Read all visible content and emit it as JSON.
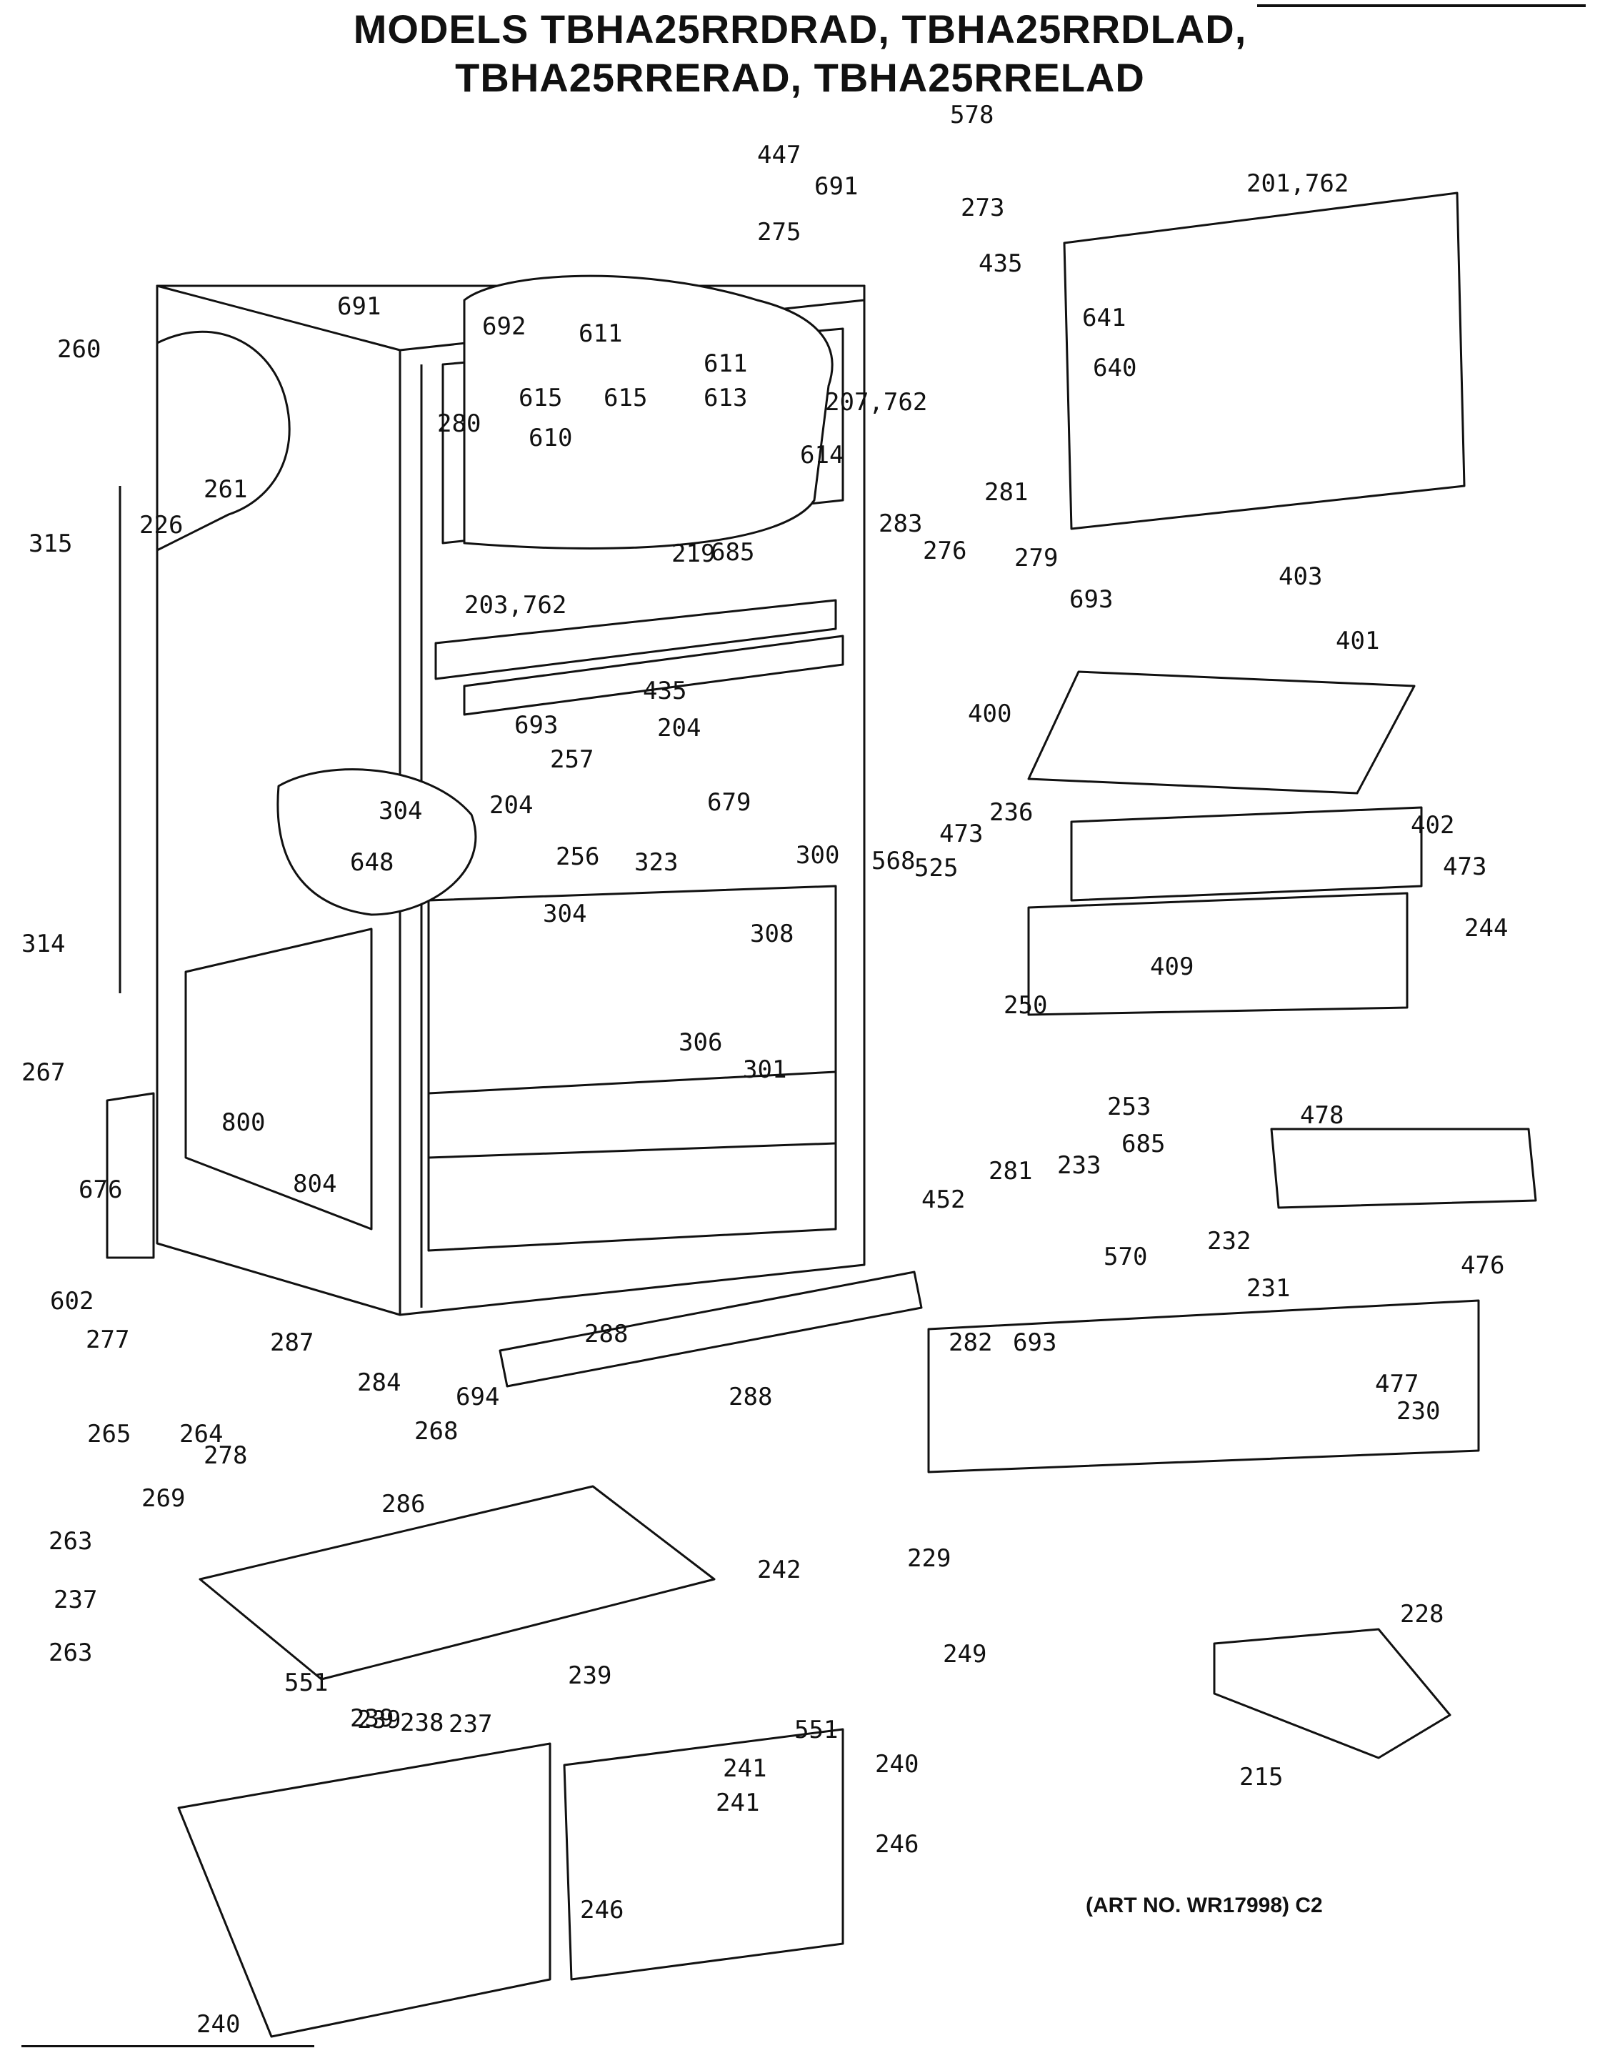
{
  "title": {
    "line1": "MODELS TBHA25RRDRAD, TBHA25RRDLAD,",
    "line2": "TBHA25RRERAD, TBHA25RRELAD"
  },
  "art_note": "(ART NO. WR17998) C2",
  "part_labels": [
    "578",
    "447",
    "691",
    "273",
    "275",
    "201,762",
    "435",
    "691",
    "692",
    "611",
    "611",
    "260",
    "615",
    "615",
    "613",
    "280",
    "610",
    "207,762",
    "261",
    "614",
    "641",
    "640",
    "315",
    "226",
    "685",
    "281",
    "283",
    "276",
    "279",
    "219",
    "693",
    "403",
    "203,762",
    "401",
    "435",
    "693",
    "204",
    "400",
    "257",
    "204",
    "679",
    "304",
    "300",
    "568",
    "236",
    "473",
    "402",
    "525",
    "473",
    "648",
    "256",
    "323",
    "308",
    "244",
    "409",
    "304",
    "314",
    "250",
    "306",
    "301",
    "800",
    "253",
    "267",
    "804",
    "478",
    "685",
    "281",
    "233",
    "676",
    "570",
    "232",
    "452",
    "476",
    "231",
    "602",
    "282",
    "693",
    "277",
    "287",
    "288",
    "477",
    "284",
    "694",
    "288",
    "230",
    "265",
    "264",
    "268",
    "278",
    "286",
    "269",
    "263",
    "242",
    "229",
    "237",
    "228",
    "263",
    "239",
    "551",
    "249",
    "239",
    "238",
    "237",
    "551",
    "239",
    "241",
    "215",
    "241",
    "240",
    "246",
    "246",
    "240"
  ]
}
